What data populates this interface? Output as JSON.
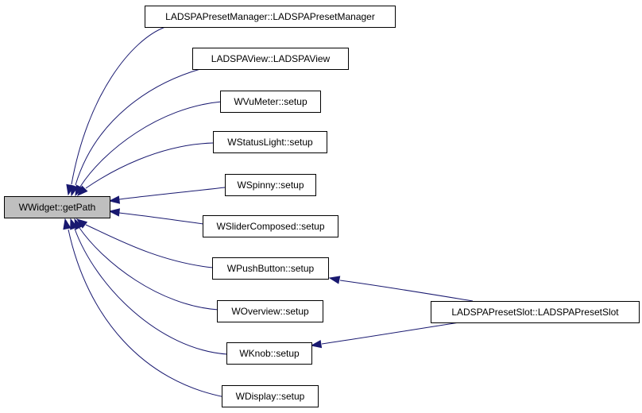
{
  "colors": {
    "edge": "#191970",
    "root_fill": "#bfbfbf",
    "node_fill": "#ffffff",
    "border": "#000000"
  },
  "nodes": [
    {
      "id": "root",
      "label": "WWidget::getPath",
      "root": true
    },
    {
      "id": "n1",
      "label": "LADSPAPresetManager::LADSPAPresetManager"
    },
    {
      "id": "n2",
      "label": "LADSPAView::LADSPAView"
    },
    {
      "id": "n3",
      "label": "WVuMeter::setup"
    },
    {
      "id": "n4",
      "label": "WStatusLight::setup"
    },
    {
      "id": "n5",
      "label": "WSpinny::setup"
    },
    {
      "id": "n6",
      "label": "WSliderComposed::setup"
    },
    {
      "id": "n7",
      "label": "WPushButton::setup"
    },
    {
      "id": "n8",
      "label": "WOverview::setup"
    },
    {
      "id": "n9",
      "label": "WKnob::setup"
    },
    {
      "id": "n10",
      "label": "WDisplay::setup"
    },
    {
      "id": "n11",
      "label": "LADSPAPresetSlot::LADSPAPresetSlot"
    }
  ],
  "edges": [
    {
      "from": "n1",
      "to": "root"
    },
    {
      "from": "n2",
      "to": "root"
    },
    {
      "from": "n3",
      "to": "root"
    },
    {
      "from": "n4",
      "to": "root"
    },
    {
      "from": "n5",
      "to": "root"
    },
    {
      "from": "n6",
      "to": "root"
    },
    {
      "from": "n7",
      "to": "root"
    },
    {
      "from": "n8",
      "to": "root"
    },
    {
      "from": "n9",
      "to": "root"
    },
    {
      "from": "n10",
      "to": "root"
    },
    {
      "from": "n11",
      "to": "n7"
    },
    {
      "from": "n11",
      "to": "n9"
    }
  ]
}
